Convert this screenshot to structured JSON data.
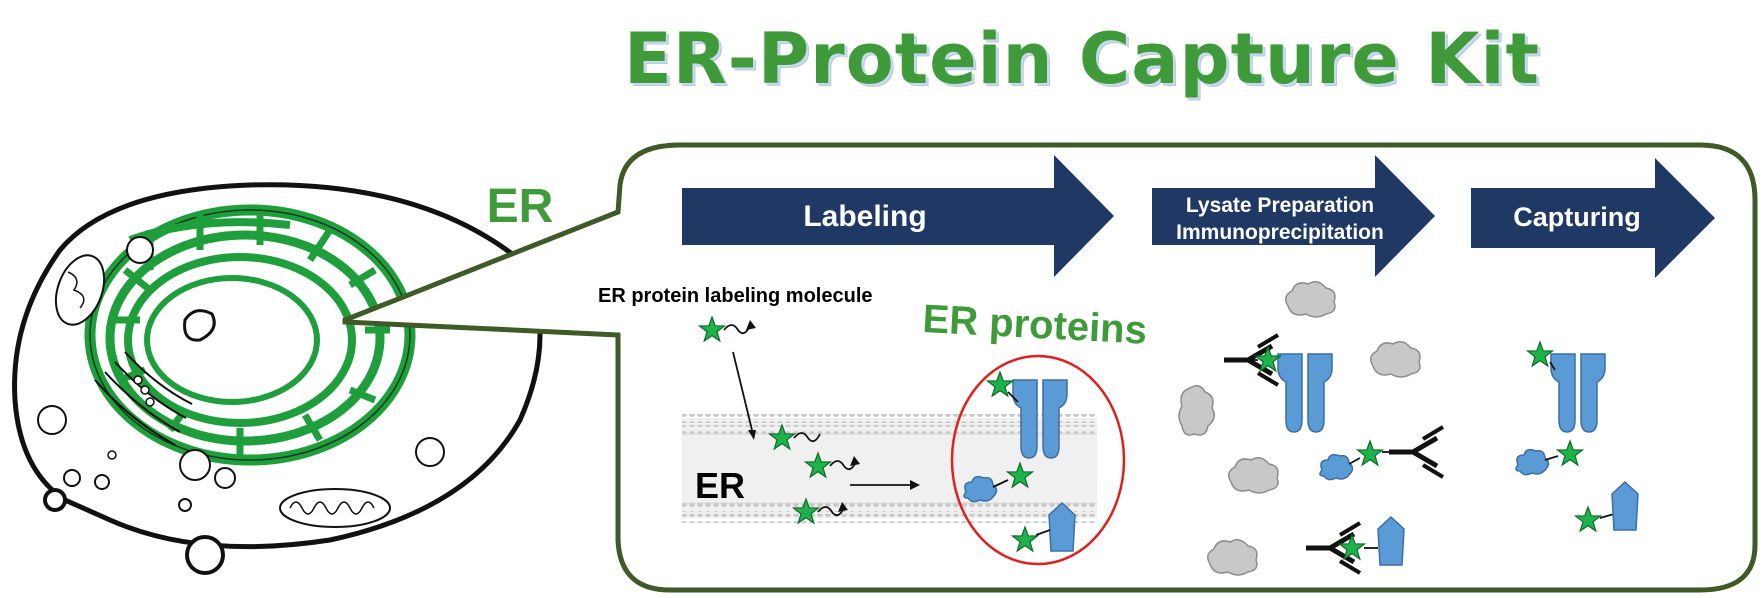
{
  "title": "ER-Protein Capture Kit",
  "cell_label": "ER",
  "steps": [
    {
      "label": "Labeling"
    },
    {
      "label_line1": "Lysate Preparation",
      "label_line2": "Immunoprecipitation"
    },
    {
      "label": "Capturing"
    }
  ],
  "labeling_molecule_label": "ER protein labeling molecule",
  "er_proteins_label": "ER proteins",
  "membrane_label": "ER",
  "colors": {
    "title_green": "#3f9a3a",
    "er_green": "#1f9e3c",
    "frame_green": "#3d5a27",
    "arrow_navy": "#1f3864",
    "protein_blue": "#5b9bd5",
    "star_green": "#1fb24a",
    "highlight_red": "#e02020",
    "debris_gray": "#bfbfbf"
  },
  "icons": [
    "cell-icon",
    "mitochondrion-icon",
    "golgi-icon",
    "star-label-icon",
    "protein-channel-icon",
    "antibody-icon",
    "debris-icon"
  ]
}
